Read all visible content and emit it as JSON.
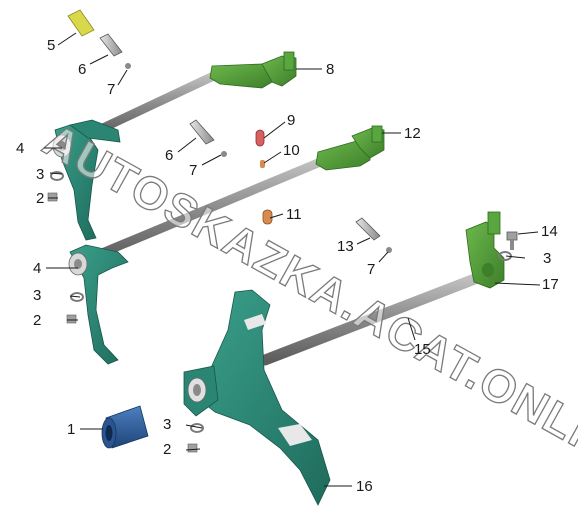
{
  "watermark": "AUTOSKAZKA.ACAT.ONLINE",
  "colors": {
    "fork": "#2e8a78",
    "fork_dark": "#1f6b5c",
    "lever": "#4f9a36",
    "rod": "#8c8c8c",
    "bushing": "#2f5fa0",
    "pin_yellow": "#d8d84a",
    "pin_red": "#d96060",
    "pin_orange": "#d98a50"
  },
  "callouts": [
    {
      "id": "c1",
      "label": "1"
    },
    {
      "id": "c2a",
      "label": "2"
    },
    {
      "id": "c2b",
      "label": "2"
    },
    {
      "id": "c2c",
      "label": "2"
    },
    {
      "id": "c3a",
      "label": "3"
    },
    {
      "id": "c3b",
      "label": "3"
    },
    {
      "id": "c3c",
      "label": "3"
    },
    {
      "id": "c3d",
      "label": "3"
    },
    {
      "id": "c4a",
      "label": "4"
    },
    {
      "id": "c4b",
      "label": "4"
    },
    {
      "id": "c5",
      "label": "5"
    },
    {
      "id": "c6a",
      "label": "6"
    },
    {
      "id": "c6b",
      "label": "6"
    },
    {
      "id": "c7a",
      "label": "7"
    },
    {
      "id": "c7b",
      "label": "7"
    },
    {
      "id": "c7c",
      "label": "7"
    },
    {
      "id": "c8",
      "label": "8"
    },
    {
      "id": "c9",
      "label": "9"
    },
    {
      "id": "c10",
      "label": "10"
    },
    {
      "id": "c11",
      "label": "11"
    },
    {
      "id": "c12",
      "label": "12"
    },
    {
      "id": "c13",
      "label": "13"
    },
    {
      "id": "c14",
      "label": "14"
    },
    {
      "id": "c15",
      "label": "15"
    },
    {
      "id": "c16",
      "label": "16"
    },
    {
      "id": "c17",
      "label": "17"
    }
  ]
}
